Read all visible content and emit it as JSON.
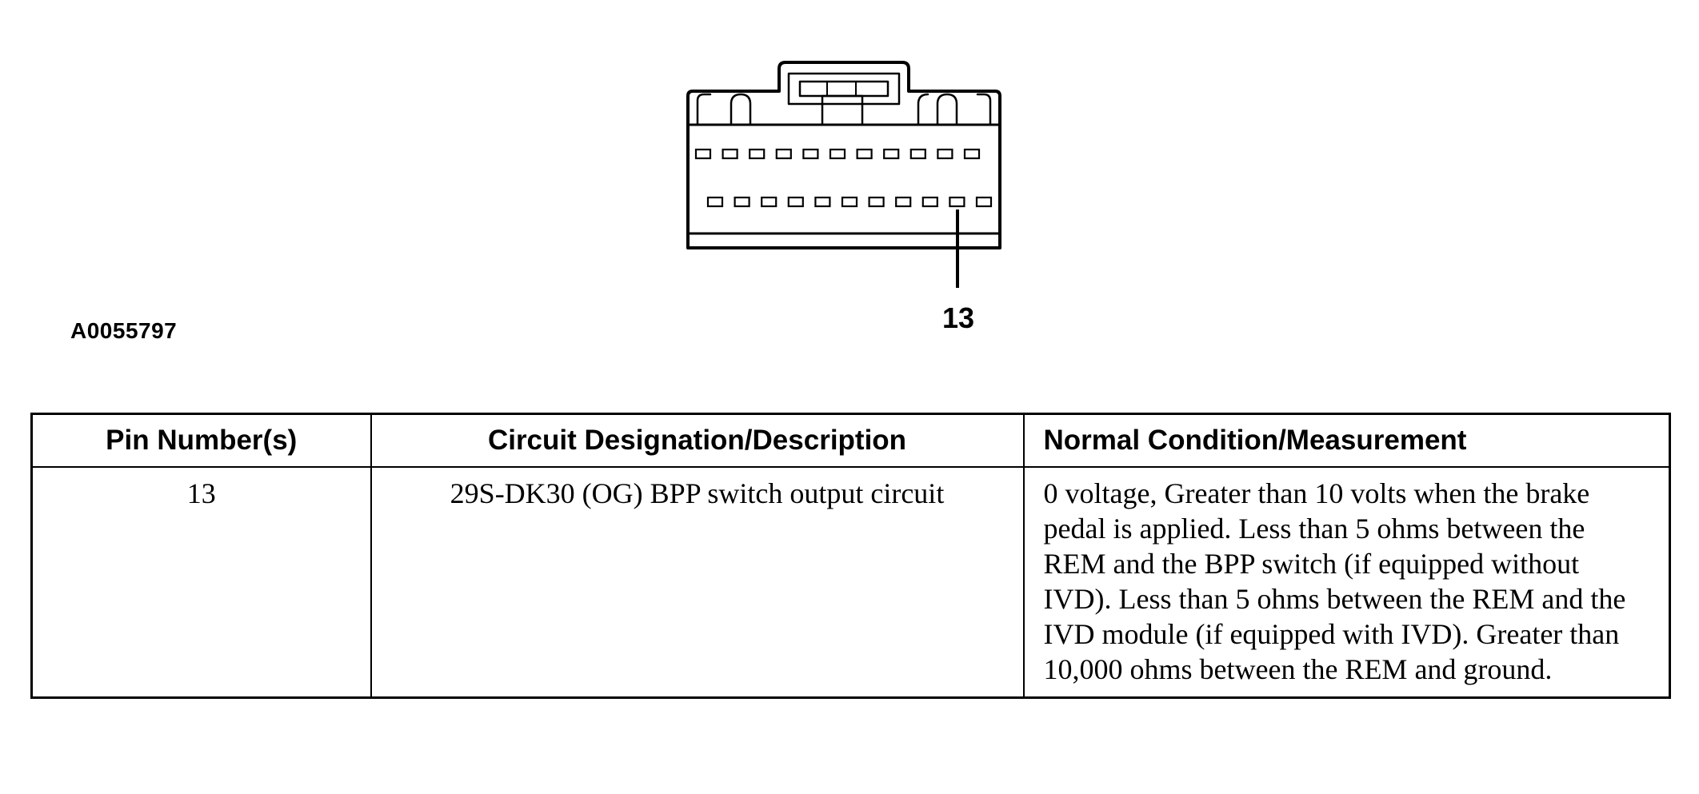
{
  "figure": {
    "id": "A0055797",
    "pin_callout": "13",
    "connector_pins": {
      "top_row_count": 11,
      "bottom_row_count": 11,
      "highlighted_bottom_pin_index": 9
    }
  },
  "table": {
    "headers": [
      "Pin Number(s)",
      "Circuit Designation/Description",
      "Normal Condition/Measurement"
    ],
    "rows": [
      {
        "pin": "13",
        "circuit": "29S-DK30 (OG) BPP switch output circuit",
        "condition": "0 voltage, Greater than 10 volts when the brake pedal is applied. Less than 5 ohms between the REM and the BPP switch (if equipped without IVD). Less than 5 ohms between the REM and the IVD module (if equipped with IVD). Greater than 10,000 ohms between the REM and ground."
      }
    ]
  }
}
